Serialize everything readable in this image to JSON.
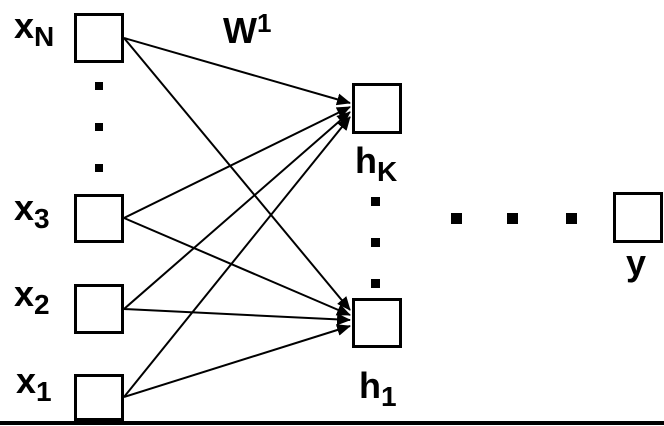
{
  "figure_type": "neural-network-layer-diagram",
  "colors": {
    "ink": "#000000",
    "background": "#ffffff"
  },
  "nodes": {
    "x_N": {
      "main": "x",
      "sub": "N"
    },
    "x_3": {
      "main": "x",
      "sub": "3"
    },
    "x_2": {
      "main": "x",
      "sub": "2"
    },
    "x_1": {
      "main": "x",
      "sub": "1"
    },
    "h_K": {
      "main": "h",
      "sub": "K"
    },
    "h_1": {
      "main": "h",
      "sub": "1"
    },
    "y": {
      "main": "y",
      "sub": ""
    }
  },
  "weight_label": {
    "main": "W",
    "sup": "1"
  },
  "edges": [
    {
      "from": "x_N",
      "to": "h_K"
    },
    {
      "from": "x_3",
      "to": "h_K"
    },
    {
      "from": "x_2",
      "to": "h_K"
    },
    {
      "from": "x_1",
      "to": "h_K"
    },
    {
      "from": "x_N",
      "to": "h_1"
    },
    {
      "from": "x_3",
      "to": "h_1"
    },
    {
      "from": "x_2",
      "to": "h_1"
    },
    {
      "from": "x_1",
      "to": "h_1"
    }
  ],
  "ellipses": {
    "input_column_dots": 3,
    "hidden_column_dots": 3,
    "hidden_to_output_dots": 3
  }
}
